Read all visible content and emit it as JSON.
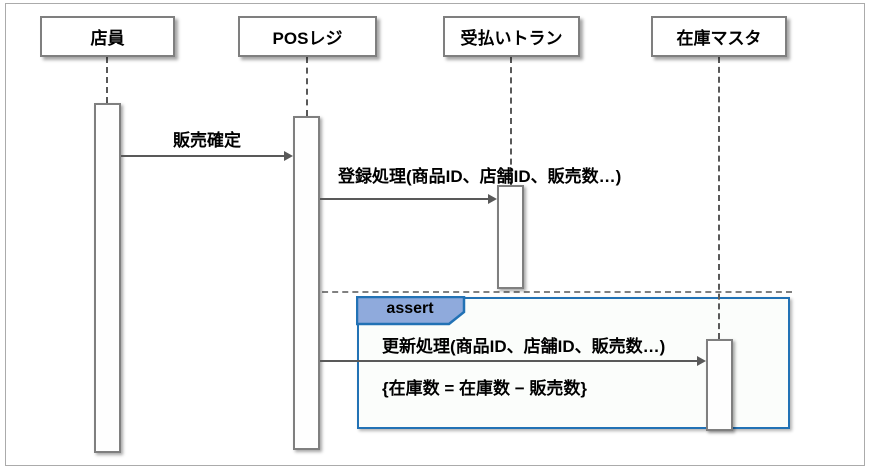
{
  "diagram": {
    "type": "uml-sequence-diagram",
    "actors": [
      {
        "id": "clerk",
        "label": "店員"
      },
      {
        "id": "pos-register",
        "label": "POSレジ"
      },
      {
        "id": "payment-tran",
        "label": "受払いトラン"
      },
      {
        "id": "stock-master",
        "label": "在庫マスタ"
      }
    ],
    "messages": [
      {
        "from": "店員",
        "to": "POSレジ",
        "label": "販売確定"
      },
      {
        "from": "POSレジ",
        "to": "受払いトラン",
        "label": "登録処理(商品ID、店舗ID、販売数…)"
      },
      {
        "from": "POSレジ",
        "to": "在庫マスタ",
        "label": "更新処理(商品ID、店舗ID、販売数…)"
      }
    ],
    "fragment": {
      "operator": "assert",
      "constraint": "{在庫数 = 在庫数 − 販売数}"
    },
    "colors": {
      "fragment_border": "#2272b5",
      "fragment_label_fill": "#8faadc",
      "line_gray": "#595959",
      "box_border": "#7f7f7f"
    }
  }
}
